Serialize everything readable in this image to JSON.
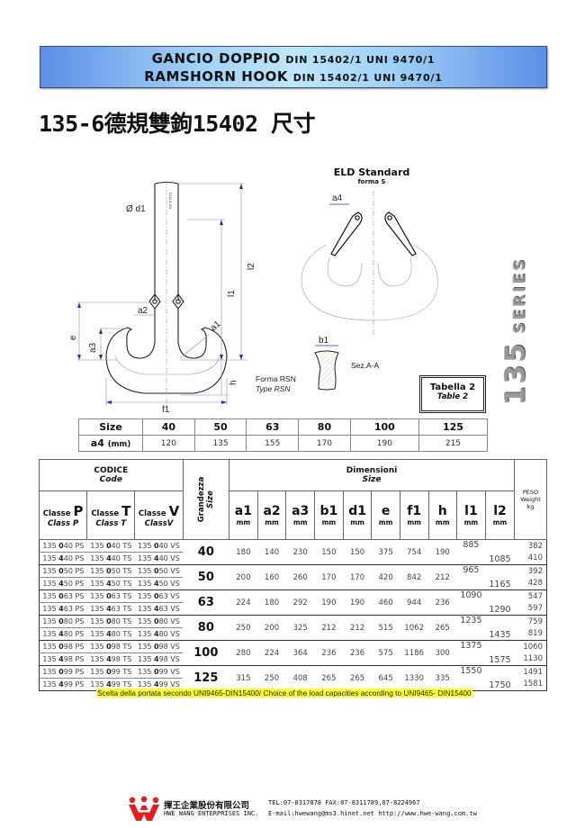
{
  "banner": {
    "line1_main": "GANCIO DOPPIO",
    "line1_std": "DIN 15402/1 UNI 9470/1",
    "line2_main": "RAMSHORN HOOK",
    "line2_std": "DIN 15402/1 UNI 9470/1",
    "background_color": "#9fd0f6"
  },
  "page_title": "135-6德規雙鉤15402 尺寸",
  "drawing": {
    "labels": {
      "d1": "Ø d1",
      "l2": "l2",
      "l1": "l1",
      "a2": "a2",
      "a1": "a1",
      "e": "e",
      "a3": "a3",
      "h": "h",
      "f1": "f1",
      "b1": "b1",
      "a4": "a4",
      "section": "Sez.A-A",
      "shank_mark": "ELD X-XX"
    },
    "elds_title": "ELD Standard",
    "elds_subtitle": "forma S",
    "form_it": "Forma RSN",
    "form_en": "Type RSN"
  },
  "series": {
    "number": "135",
    "word": "SERIES"
  },
  "tabella": {
    "it": "Tabella 2",
    "en": "Table 2"
  },
  "a4_table": {
    "size_label": "Size",
    "a4_label": "a4",
    "a4_unit": "(mm)",
    "sizes": [
      "40",
      "50",
      "63",
      "80",
      "100",
      "125"
    ],
    "a4_values": [
      "120",
      "135",
      "155",
      "170",
      "190",
      "215"
    ]
  },
  "main_table": {
    "codice_it": "CODICE",
    "codice_en": "Code",
    "grandezza_it": "Grandezza",
    "grandezza_en": "Size",
    "dimensioni_it": "Dimensioni",
    "dimensioni_en": "Size",
    "peso": [
      "PESO",
      "Weight",
      "kg"
    ],
    "classes": [
      {
        "prefix": "Classe",
        "letter": "P",
        "en": "Class P"
      },
      {
        "prefix": "Classe",
        "letter": "T",
        "en": "Class T"
      },
      {
        "prefix": "Classe",
        "letter": "V",
        "en": "ClassV"
      }
    ],
    "dim_cols": [
      "a1",
      "a2",
      "a3",
      "b1",
      "d1",
      "e",
      "f1",
      "h",
      "l1",
      "l2"
    ],
    "unit": "mm",
    "groups": [
      {
        "size": "40",
        "a1": "180",
        "a2": "140",
        "a3": "230",
        "b1": "150",
        "d1": "150",
        "e": "375",
        "f1": "754",
        "h": "190",
        "l1": "885",
        "l2": "1085",
        "rows": [
          {
            "p": [
              "135 ",
              "0",
              "40 PS"
            ],
            "t": [
              "135 ",
              "0",
              "40 TS"
            ],
            "v": [
              "135 ",
              "0",
              "40 VS"
            ],
            "weight": "382"
          },
          {
            "p": [
              "135 ",
              "4",
              "40 PS"
            ],
            "t": [
              "135 ",
              "4",
              "40 TS"
            ],
            "v": [
              "135 ",
              "4",
              "40 VS"
            ],
            "weight": "410"
          }
        ]
      },
      {
        "size": "50",
        "a1": "200",
        "a2": "160",
        "a3": "260",
        "b1": "170",
        "d1": "170",
        "e": "420",
        "f1": "842",
        "h": "212",
        "l1": "965",
        "l2": "1165",
        "rows": [
          {
            "p": [
              "135 ",
              "0",
              "50 PS"
            ],
            "t": [
              "135 ",
              "0",
              "50 TS"
            ],
            "v": [
              "135 ",
              "0",
              "50 VS"
            ],
            "weight": "392"
          },
          {
            "p": [
              "135 ",
              "4",
              "50 PS"
            ],
            "t": [
              "135 ",
              "4",
              "50 TS"
            ],
            "v": [
              "135 ",
              "4",
              "50 VS"
            ],
            "weight": "428"
          }
        ]
      },
      {
        "size": "63",
        "a1": "224",
        "a2": "180",
        "a3": "292",
        "b1": "190",
        "d1": "190",
        "e": "460",
        "f1": "944",
        "h": "236",
        "l1": "1090",
        "l2": "1290",
        "rows": [
          {
            "p": [
              "135 ",
              "0",
              "63 PS"
            ],
            "t": [
              "135 ",
              "0",
              "63 TS"
            ],
            "v": [
              "135 ",
              "0",
              "63 VS"
            ],
            "weight": "547"
          },
          {
            "p": [
              "135 ",
              "4",
              "63 PS"
            ],
            "t": [
              "135 ",
              "4",
              "63 TS"
            ],
            "v": [
              "135 ",
              "4",
              "63 VS"
            ],
            "weight": "597"
          }
        ]
      },
      {
        "size": "80",
        "a1": "250",
        "a2": "200",
        "a3": "325",
        "b1": "212",
        "d1": "212",
        "e": "515",
        "f1": "1062",
        "h": "265",
        "l1": "1235",
        "l2": "1435",
        "rows": [
          {
            "p": [
              "135 ",
              "0",
              "80 PS"
            ],
            "t": [
              "135 ",
              "0",
              "80 TS"
            ],
            "v": [
              "135 ",
              "0",
              "80 VS"
            ],
            "weight": "759"
          },
          {
            "p": [
              "135 ",
              "4",
              "80 PS"
            ],
            "t": [
              "135 ",
              "4",
              "80 TS"
            ],
            "v": [
              "135 ",
              "4",
              "80 VS"
            ],
            "weight": "819"
          }
        ]
      },
      {
        "size": "100",
        "a1": "280",
        "a2": "224",
        "a3": "364",
        "b1": "236",
        "d1": "236",
        "e": "575",
        "f1": "1186",
        "h": "300",
        "l1": "1375",
        "l2": "1575",
        "rows": [
          {
            "p": [
              "135 ",
              "0",
              "98 PS"
            ],
            "t": [
              "135 ",
              "0",
              "98 TS"
            ],
            "v": [
              "135 ",
              "0",
              "98 VS"
            ],
            "weight": "1060"
          },
          {
            "p": [
              "135 ",
              "4",
              "98 PS"
            ],
            "t": [
              "135 ",
              "4",
              "98 TS"
            ],
            "v": [
              "135 ",
              "4",
              "98 VS"
            ],
            "weight": "1130"
          }
        ]
      },
      {
        "size": "125",
        "a1": "315",
        "a2": "250",
        "a3": "408",
        "b1": "265",
        "d1": "265",
        "e": "645",
        "f1": "1330",
        "h": "335",
        "l1": "1550",
        "l2": "1750",
        "rows": [
          {
            "p": [
              "135 ",
              "0",
              "99 PS"
            ],
            "t": [
              "135 ",
              "0",
              "99 TS"
            ],
            "v": [
              "135 ",
              "0",
              "99 VS"
            ],
            "weight": "1491"
          },
          {
            "p": [
              "135 ",
              "4",
              "99 PS"
            ],
            "t": [
              "135 ",
              "4",
              "99 TS"
            ],
            "v": [
              "135 ",
              "4",
              "99 VS"
            ],
            "weight": "1581"
          }
        ]
      }
    ]
  },
  "note": "Scelta della portata secondo UNI9465-DIN15400/ Choice of the load capacities according to UNI9465- DIN15400",
  "note_highlight_color": "#ffff33",
  "footer": {
    "company_cn": "揮王企業股份有限公司",
    "company_en": "HWE WANG ENTERPRISES INC.",
    "tel_fax": "TEL:07-8317878  FAX:07-8311789,07-8224967",
    "contact": "E-mail:hwewang@ms3.hinet.net  http://www.hwe-wang.com.tw",
    "logo_color": "#e02020"
  }
}
